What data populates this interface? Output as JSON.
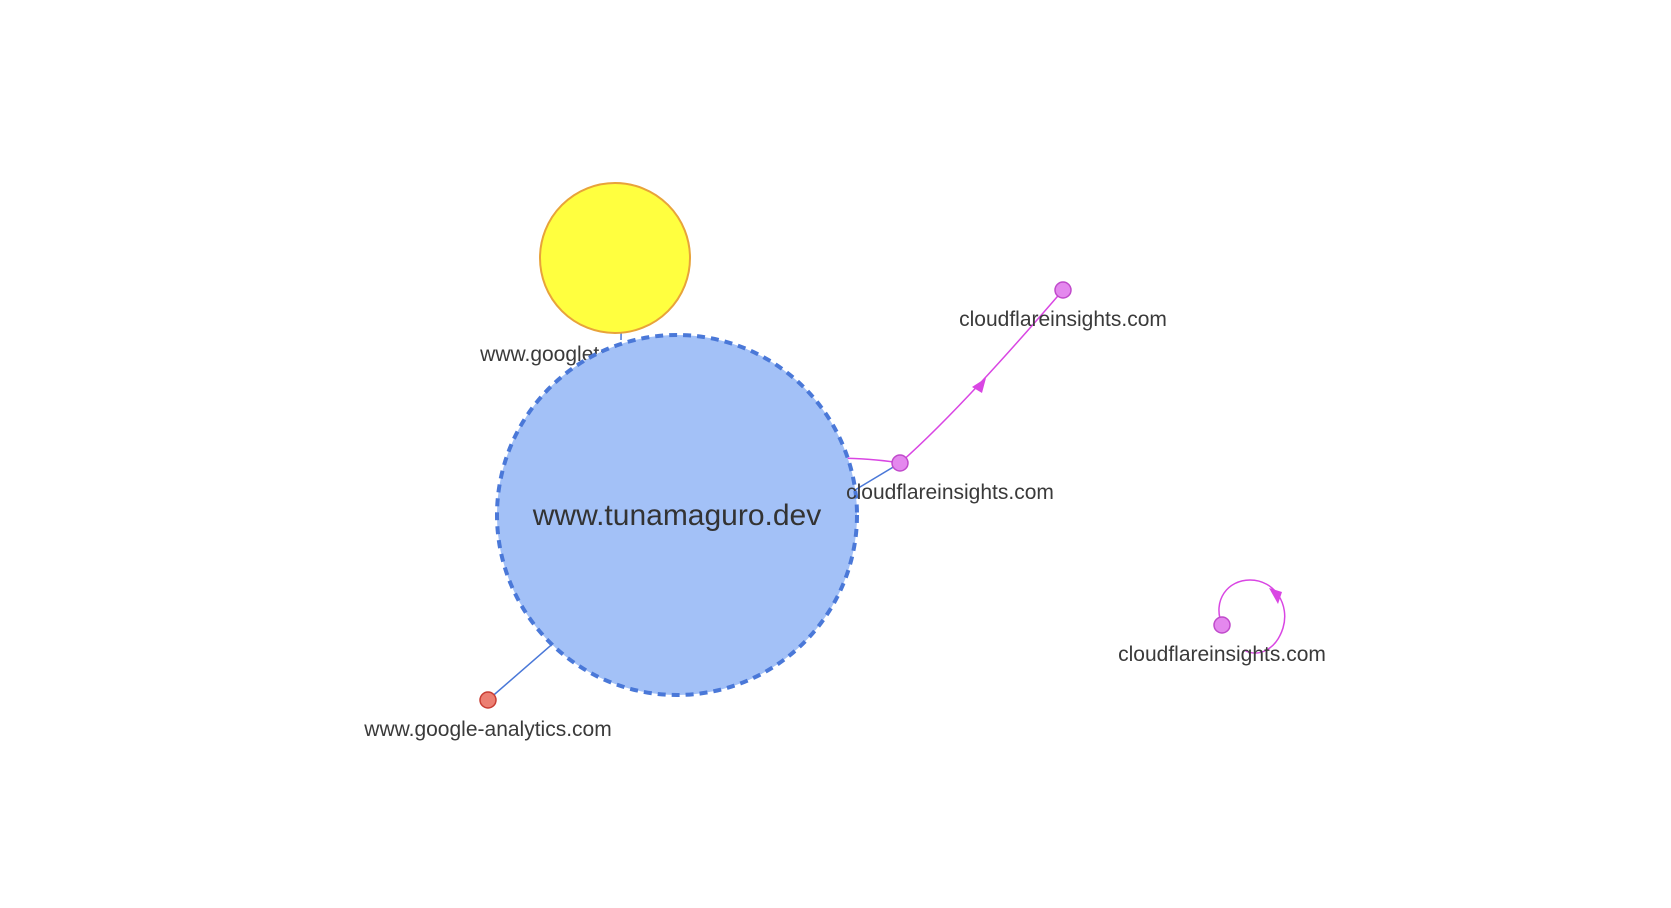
{
  "graph": {
    "nodes": {
      "main": {
        "label": "www.tunamaguro.dev",
        "fill": "#a3c1f7",
        "stroke": "#4a78d8"
      },
      "googletag": {
        "label": "www.googletagmanager.com",
        "fill": "#ffff3f",
        "stroke": "#e8a33a"
      },
      "cloudflare_near": {
        "label": "cloudflareinsights.com",
        "fill": "#e488ee",
        "stroke": "#c04acb"
      },
      "cloudflare_far": {
        "label": "cloudflareinsights.com",
        "fill": "#e488ee",
        "stroke": "#c04acb"
      },
      "cloudflare_loop": {
        "label": "cloudflareinsights.com",
        "fill": "#e488ee",
        "stroke": "#c04acb"
      },
      "analytics": {
        "label": "www.google-analytics.com",
        "fill": "#ec7f72",
        "stroke": "#c83d33"
      }
    },
    "edge_colors": {
      "blue": "#4a78d8",
      "magenta": "#d946e3"
    }
  }
}
